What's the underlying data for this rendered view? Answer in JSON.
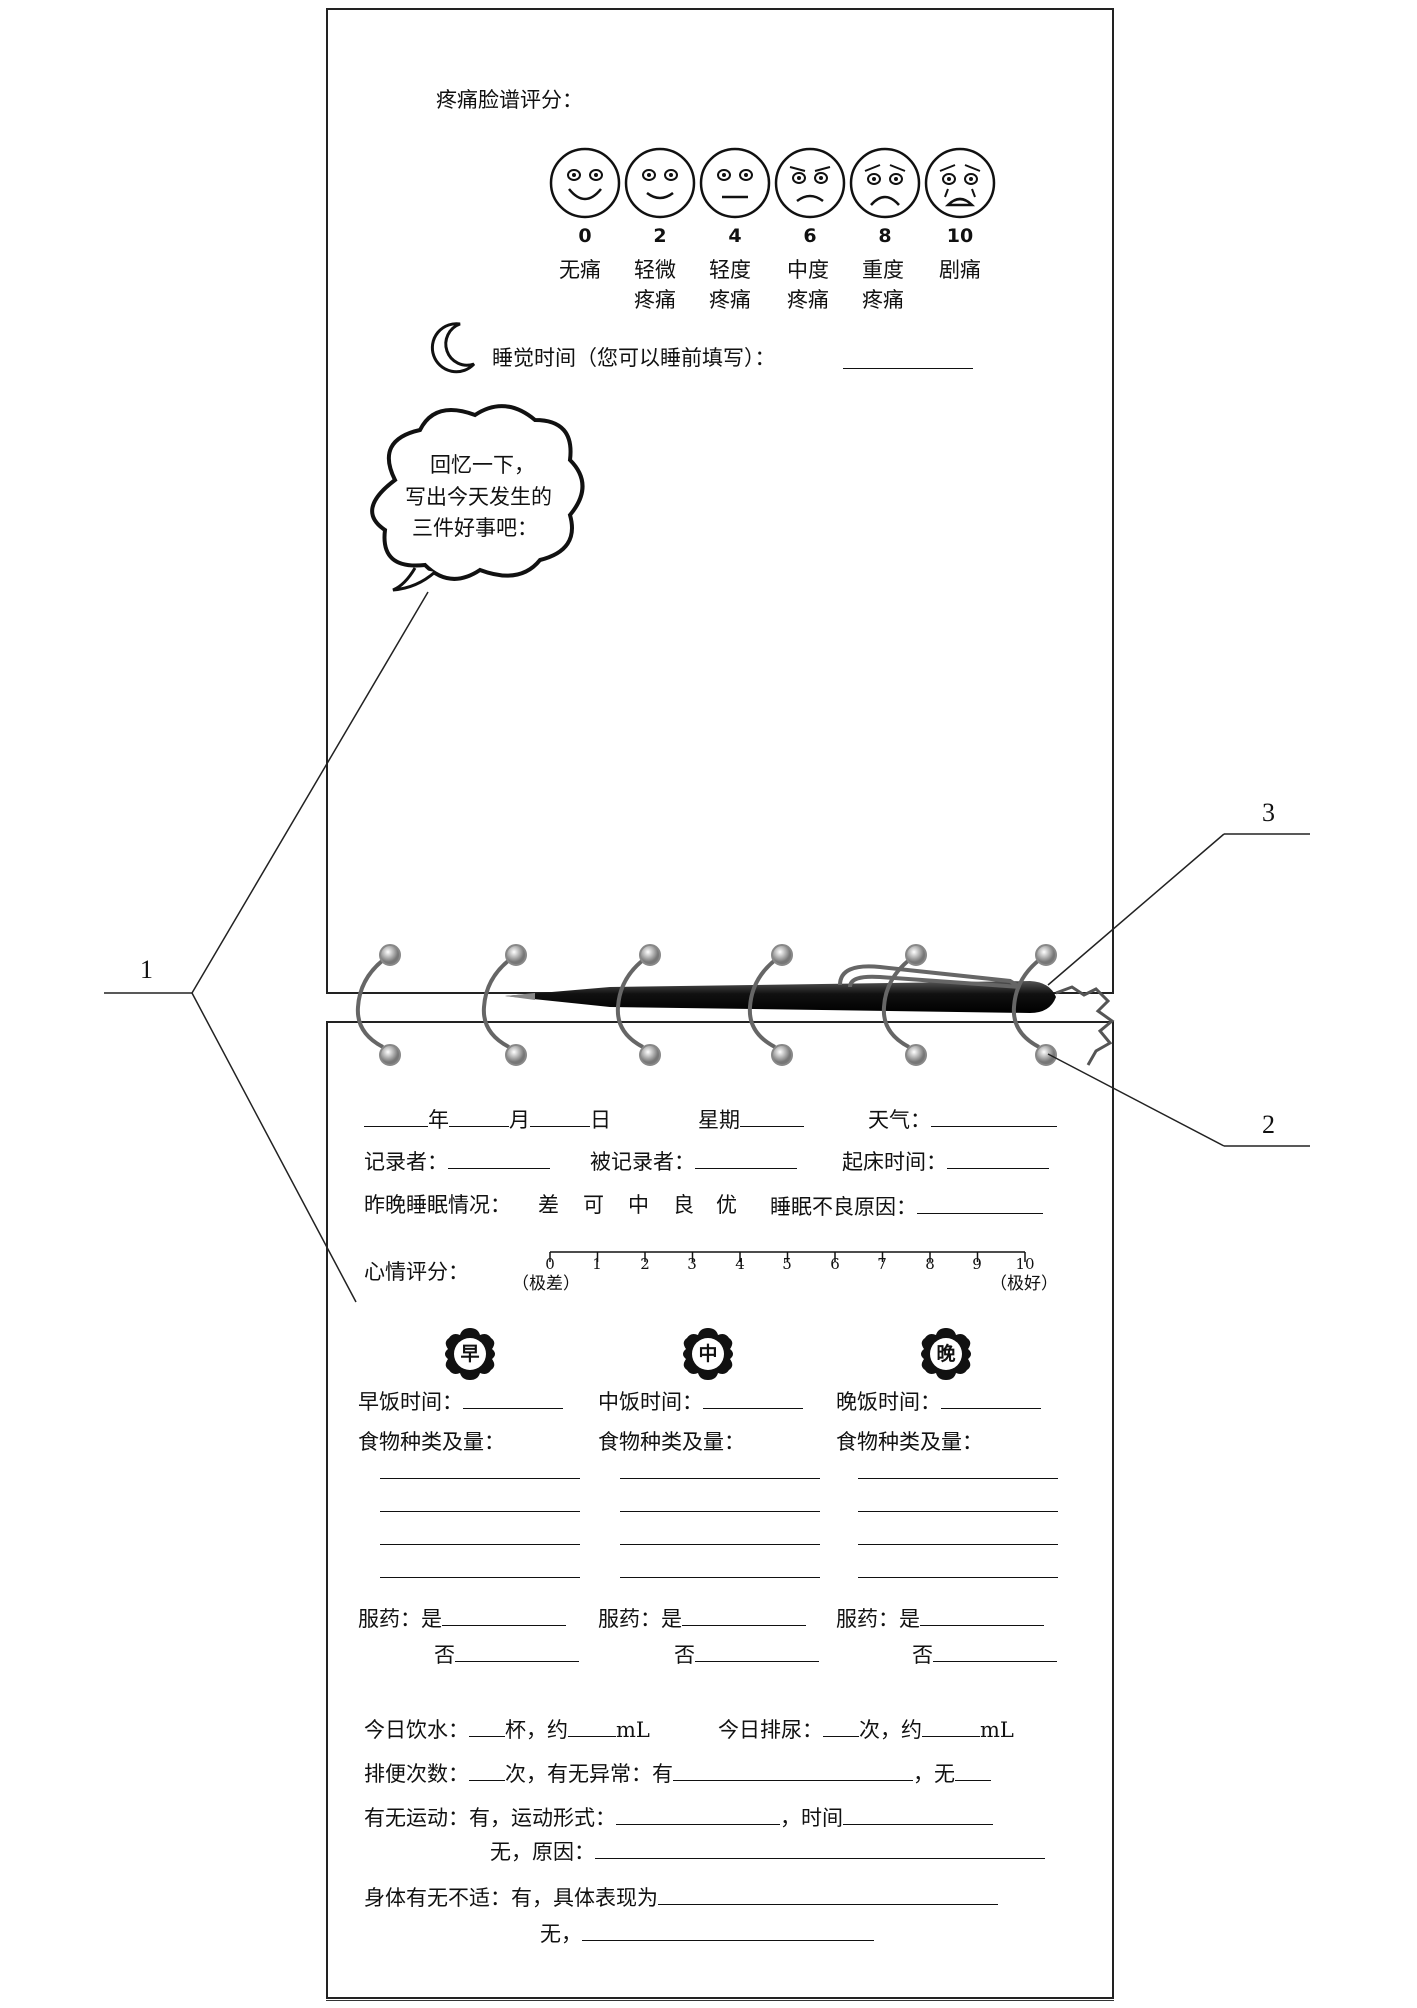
{
  "pain_scale": {
    "title": "疼痛脸谱评分：",
    "faces": [
      {
        "score": "0",
        "label": "无痛",
        "icon": "face-smile-icon"
      },
      {
        "score": "2",
        "label": "轻微\n疼痛",
        "icon": "face-slight-smile-icon"
      },
      {
        "score": "4",
        "label": "轻度\n疼痛",
        "icon": "face-neutral-icon"
      },
      {
        "score": "6",
        "label": "中度\n疼痛",
        "icon": "face-frown-icon"
      },
      {
        "score": "8",
        "label": "重度\n疼痛",
        "icon": "face-sad-icon"
      },
      {
        "score": "10",
        "label": "剧痛",
        "icon": "face-crying-icon"
      }
    ]
  },
  "sleep_time": {
    "label": "睡觉时间（您可以睡前填写）：",
    "icon": "moon-icon"
  },
  "cloud": {
    "line1": "回忆一下，",
    "line2": "写出今天发生的",
    "line3": "三件好事吧："
  },
  "header_rows": {
    "year": "年",
    "month": "月",
    "day": "日",
    "weekday": "星期",
    "weather": "天气：",
    "recorder": "记录者：",
    "recorded": "被记录者：",
    "wake_time": "起床时间：",
    "sleep_quality_label": "昨晚睡眠情况：",
    "sleep_options": [
      "差",
      "可",
      "中",
      "良",
      "优"
    ],
    "poor_sleep_reason": "睡眠不良原因："
  },
  "mood": {
    "label": "心情评分：",
    "ticks": [
      "0",
      "1",
      "2",
      "3",
      "4",
      "5",
      "6",
      "7",
      "8",
      "9",
      "10"
    ],
    "low_label": "（极差）",
    "high_label": "（极好）"
  },
  "meals": [
    {
      "icon_char": "早",
      "time_label": "早饭时间：",
      "food_label": "食物种类及量：",
      "med_label": "服药：是",
      "med_no": "否"
    },
    {
      "icon_char": "中",
      "time_label": "中饭时间：",
      "food_label": "食物种类及量：",
      "med_label": "服药：是",
      "med_no": "否"
    },
    {
      "icon_char": "晚",
      "time_label": "晚饭时间：",
      "food_label": "食物种类及量：",
      "med_label": "服药：是",
      "med_no": "否"
    }
  ],
  "bottom": {
    "water_a": "今日饮水：",
    "water_b": "杯，约",
    "water_unit": "mL",
    "urine_a": "今日排尿：",
    "urine_b": "次，约",
    "urine_unit": "mL",
    "stool_a": "排便次数：",
    "stool_b": "次，有无异常：有",
    "stool_c": "，无",
    "exercise_a": "有无运动：有，运动形式：",
    "exercise_b": "，时间",
    "exercise_no": "无，原因：",
    "discomfort_a": "身体有无不适：有，具体表现为",
    "discomfort_no": "无，"
  },
  "callouts": {
    "c1": "1",
    "c2": "2",
    "c3": "3"
  }
}
